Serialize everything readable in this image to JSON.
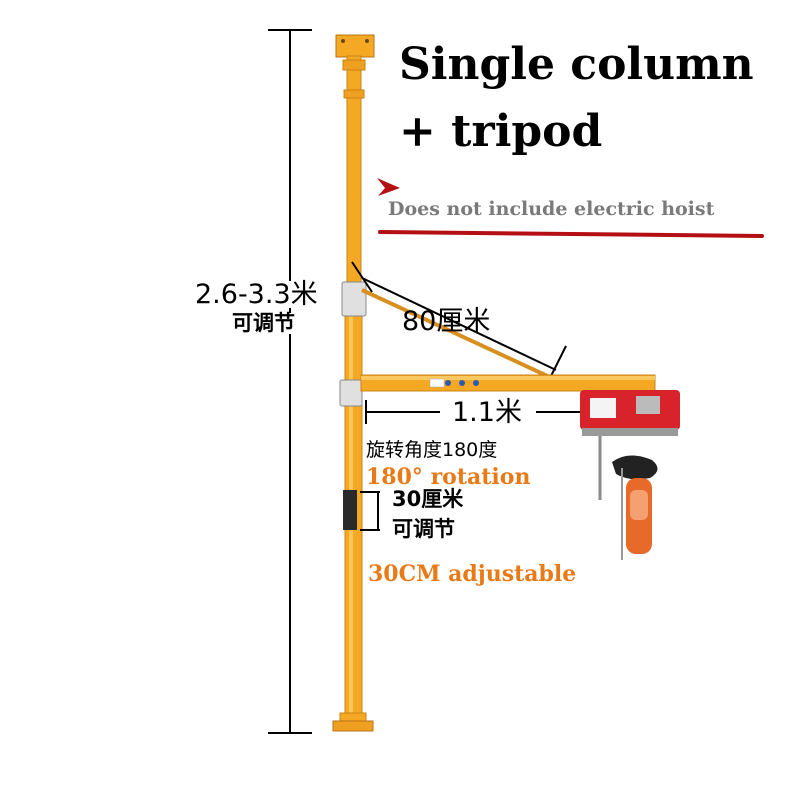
{
  "title": {
    "line1": "Single column",
    "line2": "+ tripod"
  },
  "note": "Does not include electric hoist",
  "height": {
    "range": "2.6-3.3米",
    "label": "可调节"
  },
  "brace_length": "80厘米",
  "arm_length": "1.1米",
  "rotation": {
    "cn": "旋转角度180度",
    "en": "180°  rotation"
  },
  "adjust": {
    "range": "30厘米",
    "label": "可调节",
    "en": "30CM adjustable"
  },
  "colors": {
    "frame": "#f5a823",
    "accent": "#e87a18",
    "underline": "#b40f14",
    "hoist": "#d9232a"
  }
}
